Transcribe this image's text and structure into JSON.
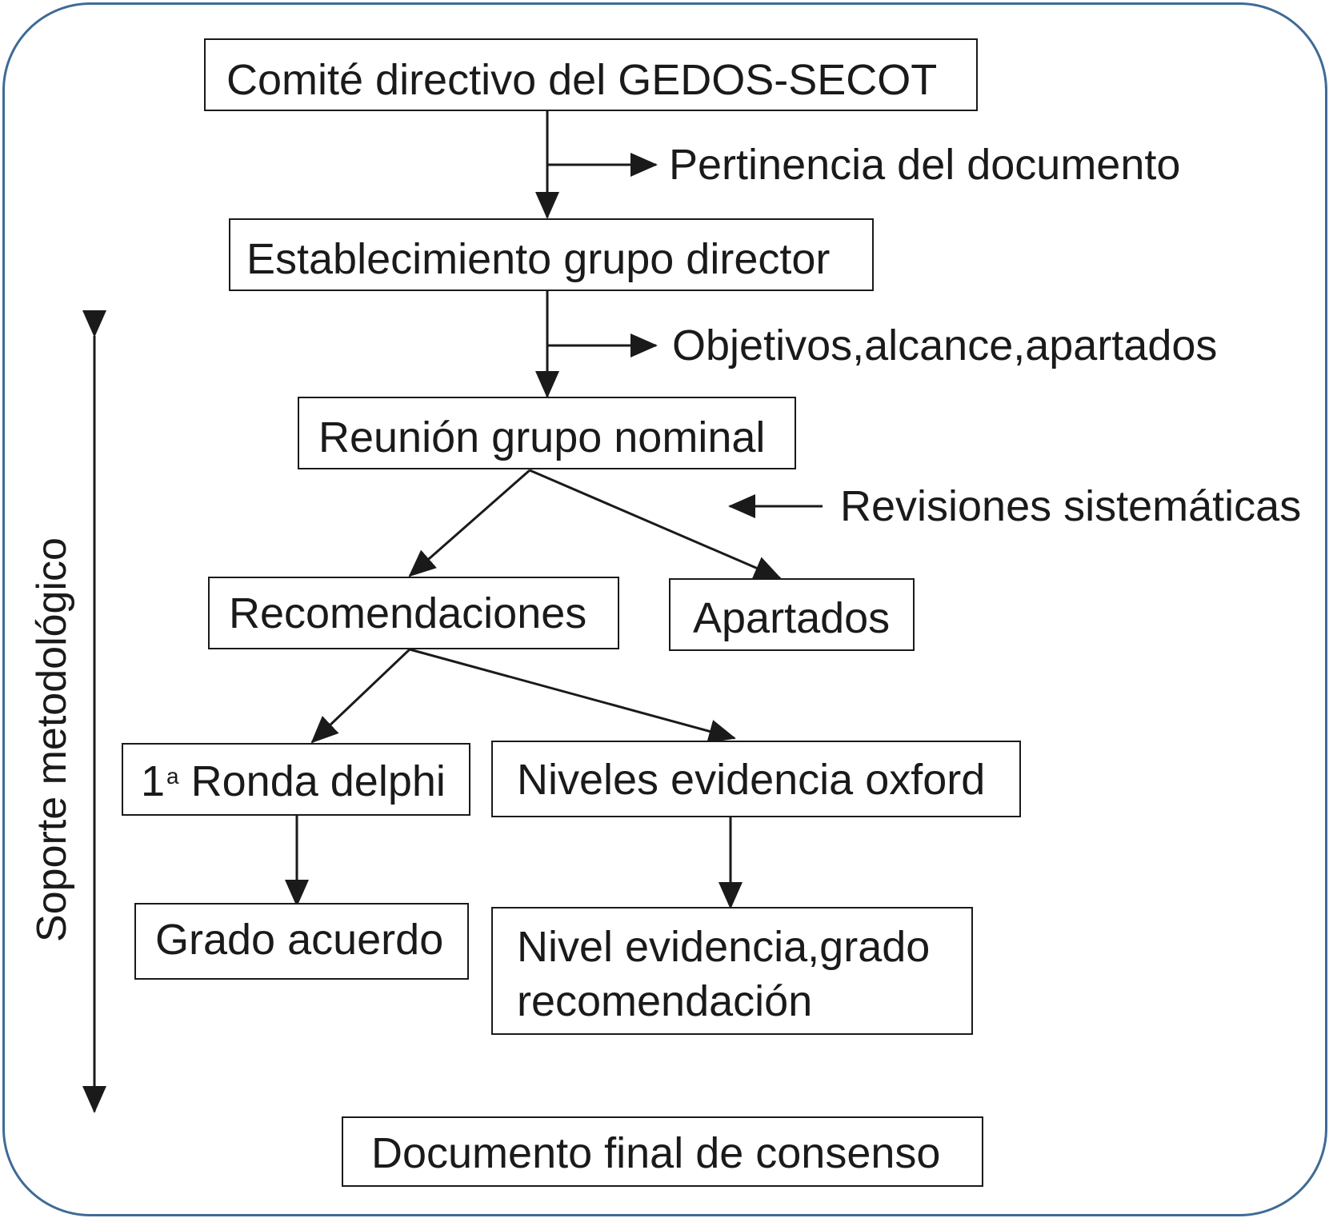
{
  "nodes": {
    "comite": "Comité directivo del GEDOS-SECOT",
    "establecimiento": "Establecimiento grupo director",
    "reunion": "Reunión grupo nominal",
    "recomendaciones": "Recomendaciones",
    "apartados": "Apartados",
    "ronda_num": "1",
    "ronda_sup": "a",
    "ronda_text": " Ronda delphi",
    "niveles": "Niveles evidencia oxford",
    "grado": "Grado acuerdo",
    "nivel_line1": "Nivel evidencia,grado",
    "nivel_line2": "recomendación",
    "documento": "Documento final de consenso"
  },
  "notes": {
    "pertinencia": "Pertinencia del documento",
    "objetivos": "Objetivos,alcance,apartados",
    "revisiones": "Revisiones sistemáticas"
  },
  "side_label": "Soporte metodológico",
  "colors": {
    "frame": "#3f6b96",
    "lines": "#1a1a1a"
  }
}
